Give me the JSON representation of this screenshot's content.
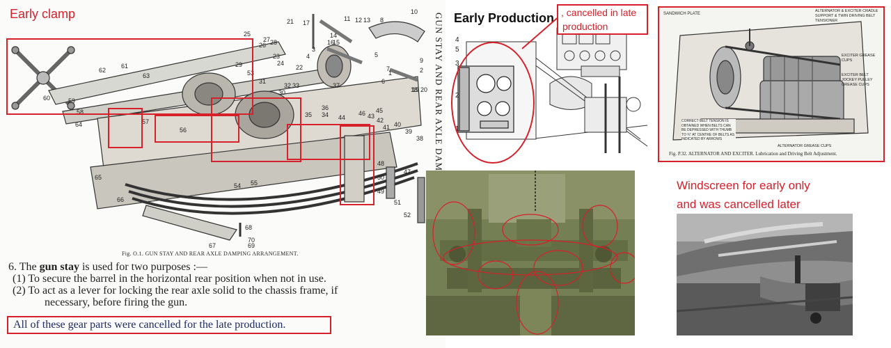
{
  "diagram": {
    "callout": "Early clamp",
    "part_numbers": [
      "25",
      "26",
      "27",
      "28",
      "21",
      "17",
      "16",
      "15",
      "14",
      "11",
      "12",
      "13",
      "8",
      "10",
      "9",
      "5",
      "7",
      "6",
      "3",
      "4",
      "2",
      "1",
      "22",
      "23",
      "24",
      "29",
      "30",
      "31",
      "32",
      "33",
      "35",
      "37",
      "36",
      "34",
      "45",
      "46",
      "44",
      "43",
      "42",
      "41",
      "40",
      "39",
      "38",
      "47",
      "48",
      "49",
      "50",
      "51",
      "52",
      "53",
      "54",
      "55",
      "56",
      "57",
      "58",
      "59",
      "60",
      "61",
      "62",
      "63",
      "64",
      "65",
      "66",
      "67",
      "68",
      "69",
      "70",
      "18",
      "19",
      "20"
    ],
    "figure_caption": "Fig. O.1.   GUN STAY AND REAR AXLE DAMPING ARRANGEMENT.",
    "side_text": "GUN STAY AND REAR AXLE DAMPING D",
    "para_title_num": "6.",
    "para_title_pre": "The",
    "para_title_bold": "gun stay",
    "para_title_post": "is used for two purposes :—",
    "item1": "(1)  To secure the barrel in the horizontal rear position when not in use.",
    "item2a": "(2)  To act as a lever for locking the rear axle solid to the chassis frame, if",
    "item2b": "necessary, before firing the gun.",
    "boxed_note": "All of these gear parts were cancelled for  the late production."
  },
  "early_production": {
    "title": "Early Production",
    "callout_line1": ", cancelled in late",
    "callout_line2": "production",
    "labels": [
      "4",
      "5",
      "3",
      "2",
      "1"
    ]
  },
  "alternator": {
    "label_sandwich": "SANDWICH PLATE",
    "label_cradle": "ALTERNATOR & EXCITER CRADLE SUPPORT & TWIN DRIVING BELT TENSIONER",
    "label_exciter": "EXCITER GREASE CUPS",
    "label_jockey": "EXCITER BELT JOCKEY PULLEY GREASE CUPS",
    "label_tension": "CORRECT BELT TENSION IS OBTAINED WHEN BELTS CAN BE DEPRESSED WITH THUMB TO ¾\" AT CENTRE OF BELTS AS INDICATED BY ARROWS",
    "label_alt_grease": "ALTERNATOR GREASE CUPS",
    "caption": "Fig. P.32.  ALTERNATOR AND EXCITER.  Lubrication and Driving Belt Adjustment."
  },
  "windscreen": {
    "line1": "Windscreen for early only",
    "line2": "and was cancelled later"
  },
  "colors": {
    "annotation_red": "#d6202a",
    "photo_olive": "#6f7a4f",
    "ink": "#222222"
  }
}
